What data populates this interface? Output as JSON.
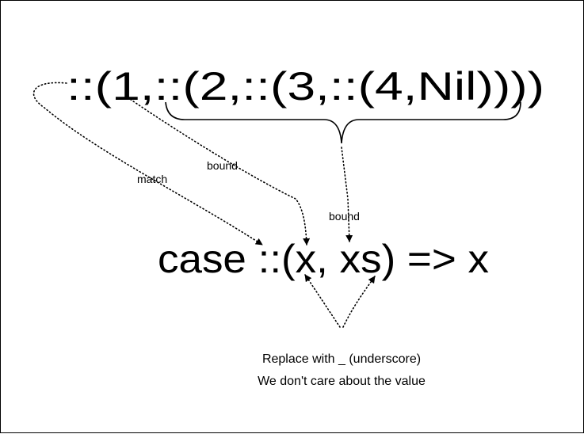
{
  "expression": "::(1,::(2,::(3,::(4,Nil))))",
  "pattern": "case ::(x, xs) => x",
  "labels": {
    "match": "match",
    "bound_head": "bound",
    "bound_tail": "bound"
  },
  "note": {
    "line1": "Replace with _ (underscore)",
    "line2": "We don't care about the value"
  }
}
